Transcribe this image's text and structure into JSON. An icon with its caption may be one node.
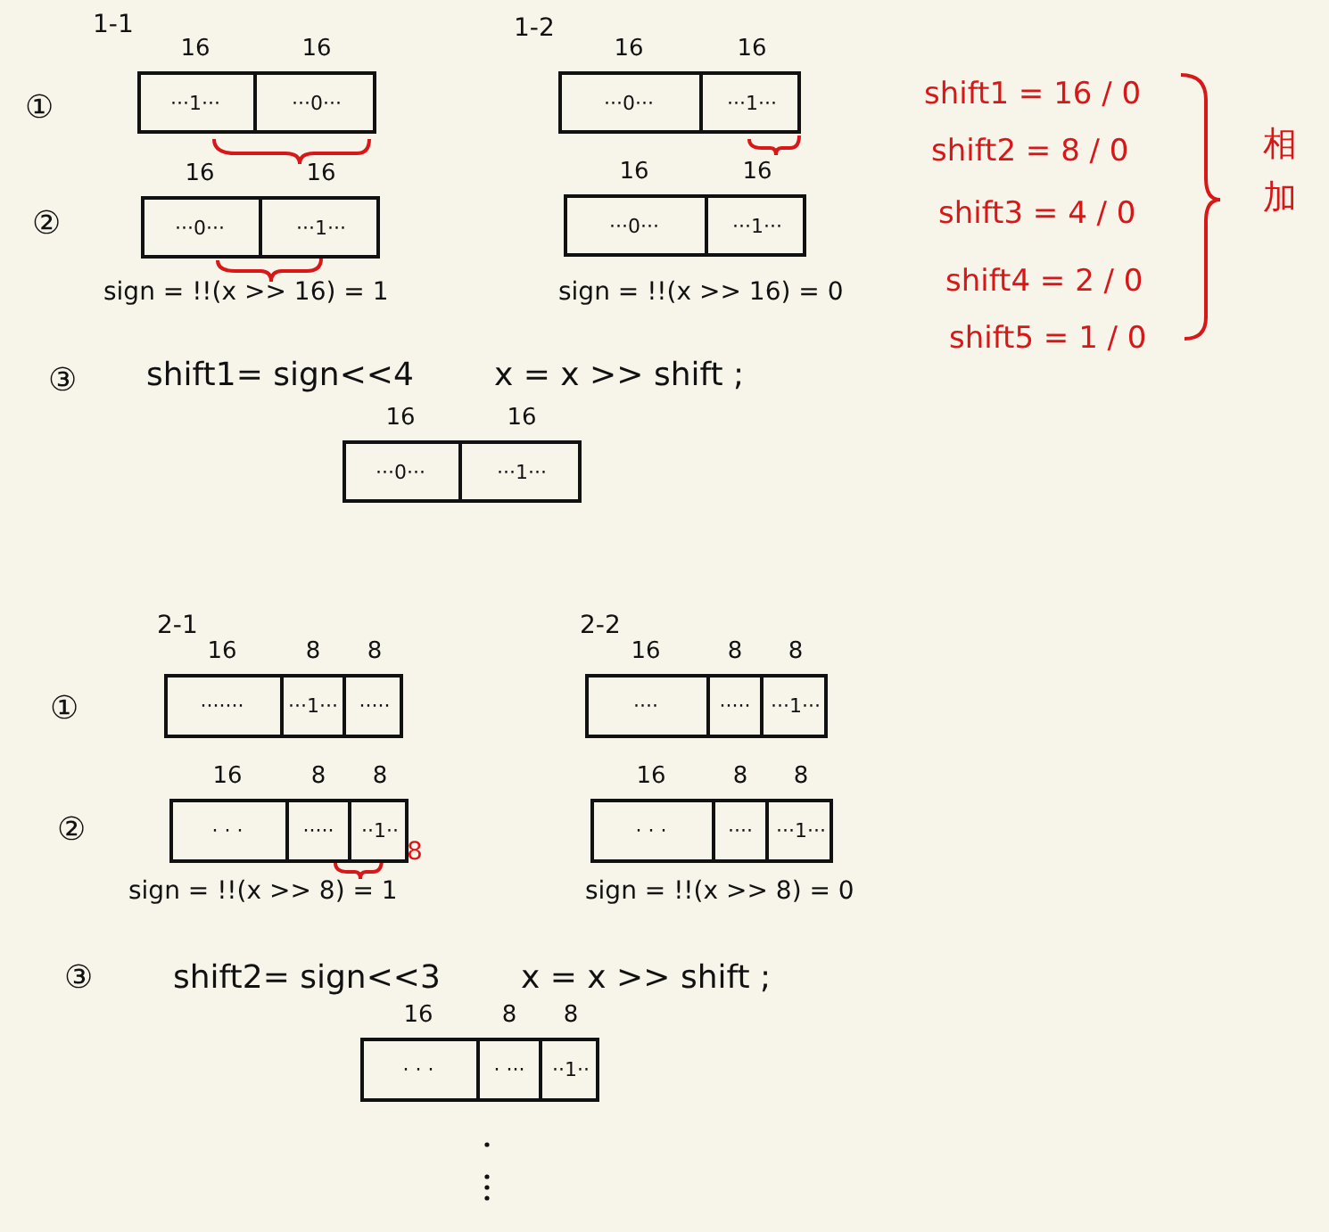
{
  "diagram": {
    "nodes": [
      {
        "text": [],
        "shape": "box"
      },
      {
        "text": [
          "16",
          "···1···"
        ],
        "in": 0
      },
      {
        "text": [
          "16",
          "···0···"
        ],
        "in": 0
      },
      {
        "text": [],
        "shape": "box"
      },
      {
        "text": [
          "16",
          "···0···"
        ],
        "in": 3
      },
      {
        "text": [
          "16",
          "···1···"
        ],
        "in": 3
      },
      {
        "text": [],
        "shape": "box"
      },
      {
        "text": [
          "16",
          "···0···"
        ],
        "in": 6
      },
      {
        "text": [
          "16",
          "···1···"
        ],
        "in": 6
      },
      {
        "text": [],
        "shape": "box"
      },
      {
        "text": [
          "16",
          "···0···"
        ],
        "in": 9
      },
      {
        "text": [
          "16",
          "···1···"
        ],
        "in": 9
      },
      {
        "text": [],
        "shape": "box"
      },
      {
        "text": [
          "16",
          "···0···"
        ],
        "in": 12
      },
      {
        "text": [
          "16",
          "···1···"
        ],
        "in": 12
      },
      {
        "text": [],
        "shape": "box"
      },
      {
        "text": [
          "16",
          "·······"
        ],
        "in": 15
      },
      {
        "text": [
          "8",
          "···1···"
        ],
        "in": 15
      },
      {
        "text": [
          "8",
          "·····"
        ],
        "in": 15
      },
      {
        "text": [],
        "shape": "box"
      },
      {
        "text": [
          "16",
          "· · ·"
        ],
        "in": 19
      },
      {
        "text": [
          "8",
          "·····"
        ],
        "in": 19
      },
      {
        "text": [
          "8",
          "··1··"
        ],
        "in": 19
      },
      {
        "text": [],
        "shape": "box"
      },
      {
        "text": [
          "16",
          "····"
        ],
        "in": 23
      },
      {
        "text": [
          "8",
          "·····"
        ],
        "in": 23
      },
      {
        "text": [
          "8",
          "···1···"
        ],
        "in": 23
      },
      {
        "text": [],
        "shape": "box"
      },
      {
        "text": [
          "16",
          "· · ·"
        ],
        "in": 27
      },
      {
        "text": [
          "8",
          "····"
        ],
        "in": 27
      },
      {
        "text": [
          "8",
          "···1···"
        ],
        "in": 27
      },
      {
        "text": [],
        "shape": "box"
      },
      {
        "text": [
          "16",
          "· · ·"
        ],
        "in": 31
      },
      {
        "text": [
          "8",
          "· ···"
        ],
        "in": 31
      },
      {
        "text": [
          "8",
          "··1··"
        ],
        "in": 31
      }
    ],
    "edges": [],
    "labels": [
      "1-1",
      "1-2",
      "①",
      "②",
      "sign = !!(x >> 16) = 1",
      "sign = !!(x >> 16) = 0",
      "③",
      "shift1= sign<<4",
      "x = x >> shift ;",
      "shift1 = 16 / 0",
      "shift2 = 8 / 0",
      "shift3 = 4 / 0",
      "shift4 = 2 / 0",
      "shift5 = 1 / 0",
      "相加",
      "2-1",
      "2-2",
      "①",
      "②",
      "8",
      "sign = !!(x >> 8) = 1",
      "sign = !!(x >> 8) = 0",
      "③",
      "shift2= sign<<3",
      "x = x >> shift ;"
    ]
  }
}
